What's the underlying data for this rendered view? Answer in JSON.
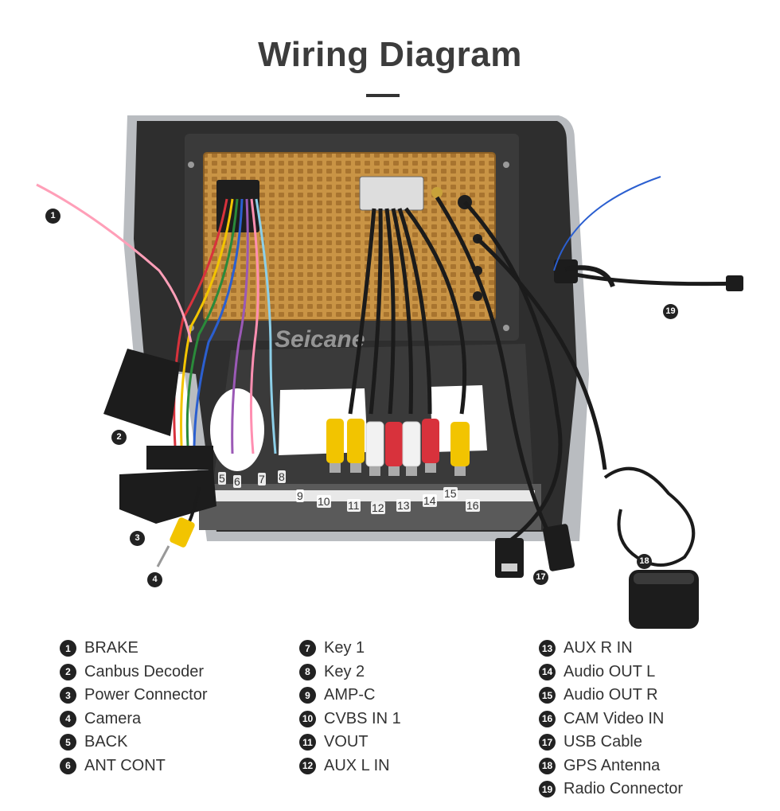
{
  "title": "Wiring Diagram",
  "watermark": "Seicane",
  "legend": [
    {
      "num": "1",
      "label": "BRAKE"
    },
    {
      "num": "2",
      "label": "Canbus Decoder"
    },
    {
      "num": "3",
      "label": "Power Connector"
    },
    {
      "num": "4",
      "label": "Camera"
    },
    {
      "num": "5",
      "label": "BACK"
    },
    {
      "num": "6",
      "label": "ANT CONT"
    },
    {
      "num": "7",
      "label": "Key 1"
    },
    {
      "num": "8",
      "label": "Key 2"
    },
    {
      "num": "9",
      "label": "AMP-C"
    },
    {
      "num": "10",
      "label": "CVBS IN 1"
    },
    {
      "num": "11",
      "label": "VOUT"
    },
    {
      "num": "12",
      "label": "AUX L IN"
    },
    {
      "num": "13",
      "label": "AUX R IN"
    },
    {
      "num": "14",
      "label": "Audio OUT L"
    },
    {
      "num": "15",
      "label": "Audio OUT R"
    },
    {
      "num": "16",
      "label": "CAM Video IN"
    },
    {
      "num": "17",
      "label": "USB Cable"
    },
    {
      "num": "18",
      "label": "GPS Antenna"
    },
    {
      "num": "19",
      "label": "Radio Connector"
    }
  ],
  "colors": {
    "housing": "#2b2b2b",
    "panel": "#c99445",
    "rca_yellow": "#f2c400",
    "rca_white": "#f2f2f2",
    "rca_red": "#d8323c",
    "cable": "#1b1b1b"
  }
}
